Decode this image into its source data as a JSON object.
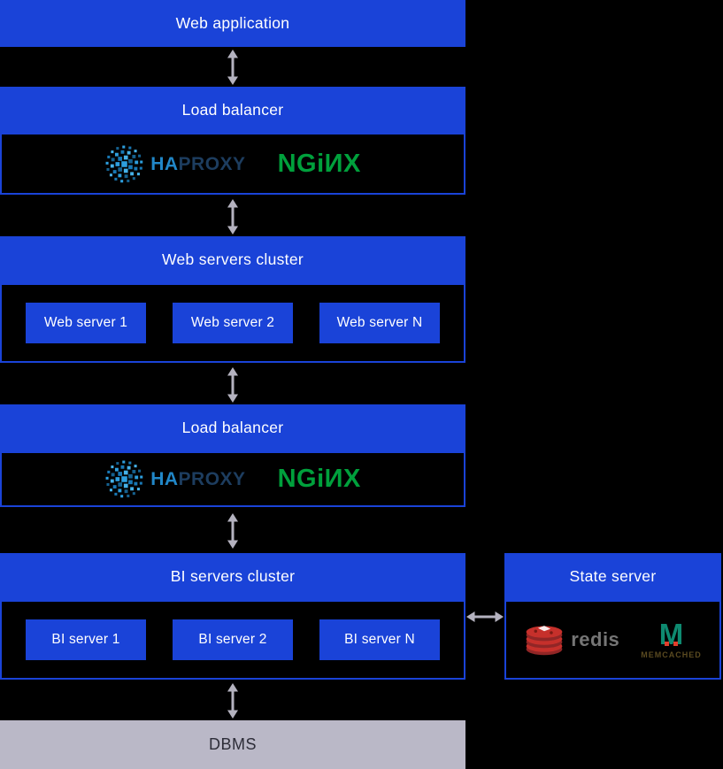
{
  "nodes": {
    "web_application": {
      "label": "Web application"
    },
    "load_balancer_top": {
      "label": "Load balancer"
    },
    "web_servers_cluster": {
      "label": "Web servers cluster",
      "servers": [
        "Web server 1",
        "Web server 2",
        "Web server N"
      ]
    },
    "load_balancer_bottom": {
      "label": "Load balancer"
    },
    "bi_servers_cluster": {
      "label": "BI servers cluster",
      "servers": [
        "BI server 1",
        "BI server 2",
        "BI server N"
      ]
    },
    "state_server": {
      "label": "State server"
    },
    "dbms": {
      "label": "DBMS"
    }
  },
  "logos": {
    "haproxy": {
      "ha": "HA",
      "proxy": "PROXY"
    },
    "nginx": {
      "wordmark": "NGiИX"
    },
    "redis": {
      "wordmark": "redis"
    },
    "memcached": {
      "letter": "M",
      "wordmark": "MEMCACHED"
    }
  },
  "colors": {
    "accent_blue": "#1a43d8",
    "background": "#000000",
    "arrow_gray": "#b4b2bf",
    "dbms_gray": "#bab8c7",
    "dbms_text": "#2d2d38",
    "haproxy_blue": "#2187c8",
    "haproxy_navy": "#1d3d5f",
    "nginx_green": "#00a03c",
    "redis_red": "#c6302b",
    "redis_dark_red": "#912626",
    "redis_text_gray": "#757575",
    "memcached_teal": "#0e8a70",
    "memcached_text_olive": "#5a4a20",
    "memcached_dot_red": "#e23e2b"
  }
}
